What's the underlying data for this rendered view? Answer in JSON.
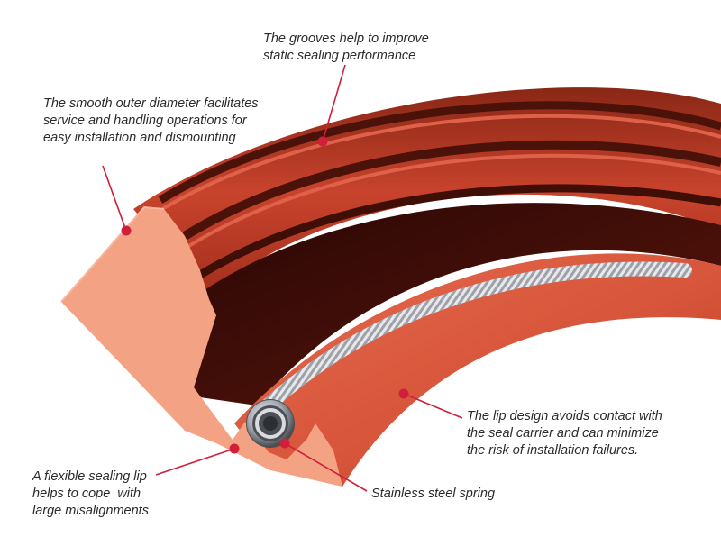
{
  "callouts": {
    "grooves": {
      "lines": [
        "The grooves help to improve",
        "static sealing performance"
      ]
    },
    "smooth_od": {
      "lines": [
        "The smooth outer diameter facilitates",
        "service and handling operations for",
        "easy installation and dismounting"
      ]
    },
    "lip_design": {
      "lines": [
        "The lip design avoids contact with",
        "the seal carrier and can minimize",
        "the risk of installation failures."
      ]
    },
    "flexible_lip": {
      "lines": [
        "A flexible sealing lip",
        "helps to cope  with",
        "large misalignments"
      ]
    },
    "spring": {
      "lines": [
        "Stainless steel spring"
      ]
    }
  },
  "colors": {
    "seal_front_face": "#f4a284",
    "seal_body": "#e8654a",
    "seal_dark": "#6e1c12",
    "seal_inner_shadow": "#3a0d08",
    "leader_line": "#cf1f3b",
    "spring_metal": "#b9bcc2",
    "text": "#2b2b2b"
  }
}
